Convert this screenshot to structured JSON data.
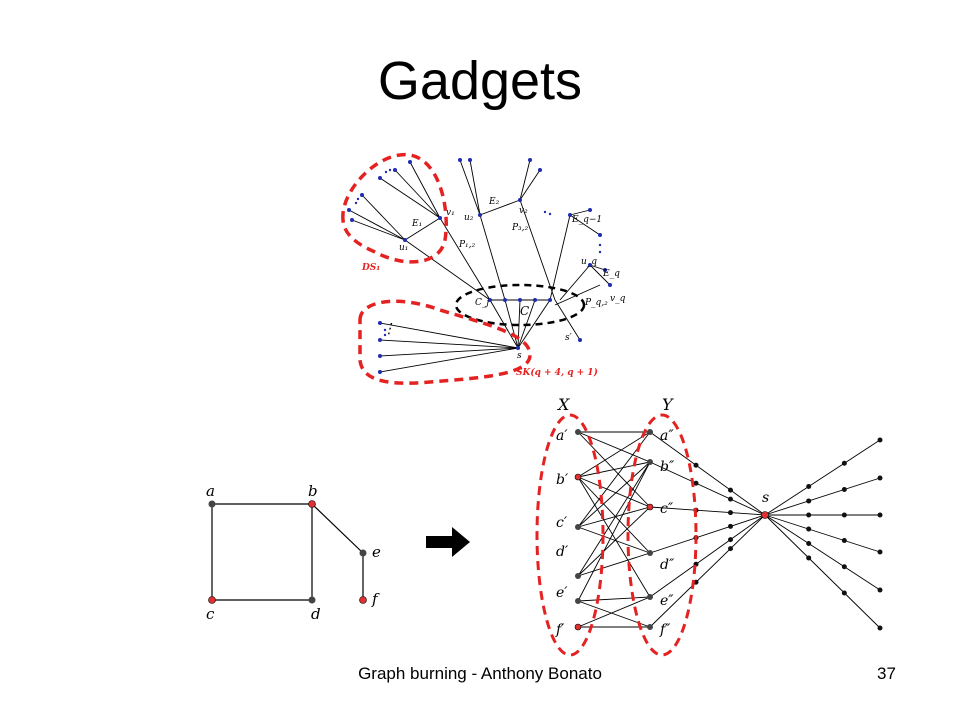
{
  "slide": {
    "title": "Gadgets",
    "footer": "Graph burning - Anthony Bonato",
    "page_number": "37"
  },
  "top_diagram": {
    "labels": {
      "ds1": "DS₁",
      "e1": "E₁",
      "v1_top": "v₁",
      "u1": "u₁",
      "u2": "u₂",
      "e2": "E₂",
      "v2": "v₂",
      "p12": "P₁,₂",
      "p32": "P₃,₂",
      "eq1": "E_q−1",
      "uq": "u_q",
      "eq": "E_q",
      "pq2": "P_q,₂",
      "vq": "v_q",
      "cj": "C_j",
      "c": "C",
      "s_prime": "s′",
      "s": "s",
      "sk": "SK(q + 4, q + 1)",
      "dots": "⋮"
    }
  },
  "bottom_left_graph": {
    "vertices": [
      "a",
      "b",
      "c",
      "d",
      "e",
      "f"
    ]
  },
  "bottom_right_graph": {
    "x_label": "X",
    "y_label": "Y",
    "x_vertices": [
      "a′",
      "b′",
      "c′",
      "d′",
      "e′",
      "f′"
    ],
    "y_vertices": [
      "a″",
      "b″",
      "c″",
      "d″",
      "e″",
      "f″"
    ],
    "center": "s"
  },
  "colors": {
    "highlight": "#e52222",
    "vertex_dark": "#444444",
    "vertex_red": "#e03030",
    "blue_dot": "#1f2bb0"
  },
  "icons": {
    "arrow": "right-arrow-icon"
  }
}
